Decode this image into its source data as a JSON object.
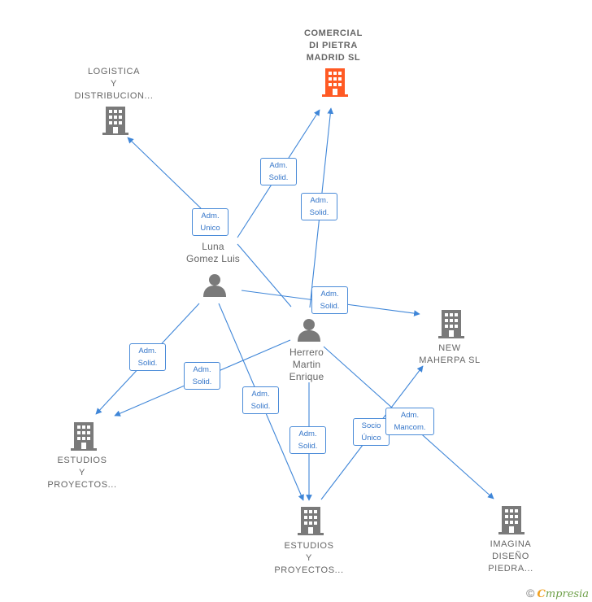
{
  "colors": {
    "edge": "#3f86d8",
    "company_icon": "#7a7a7a",
    "focus_icon": "#ff5a24",
    "person_icon": "#7a7a7a",
    "label": "#666666",
    "edge_label_text": "#3576c9"
  },
  "nodes": {
    "comercial": {
      "lines": [
        "COMERCIAL",
        "DI PIETRA",
        "MADRID  SL"
      ],
      "icon": "building-icon"
    },
    "logistica": {
      "lines": [
        "LOGISTICA",
        "Y",
        "DISTRIBUCION..."
      ],
      "icon": "building-icon"
    },
    "luna": {
      "lines": [
        "Luna",
        "Gomez Luis"
      ],
      "icon": "person-icon"
    },
    "herrero": {
      "lines": [
        "Herrero",
        "Martin",
        "Enrique"
      ],
      "icon": "person-icon"
    },
    "new_maherpa": {
      "lines": [
        "NEW",
        "MAHERPA  SL"
      ],
      "icon": "building-icon"
    },
    "estudios_left": {
      "lines": [
        "ESTUDIOS",
        "Y",
        "PROYECTOS..."
      ],
      "icon": "building-icon"
    },
    "estudios_bottom": {
      "lines": [
        "ESTUDIOS",
        "Y",
        "PROYECTOS..."
      ],
      "icon": "building-icon"
    },
    "imagina": {
      "lines": [
        "IMAGINA",
        "DISEÑO",
        "PIEDRA..."
      ],
      "icon": "building-icon"
    }
  },
  "edges": {
    "luna_logistica": [
      "Adm.",
      "Unico"
    ],
    "luna_comercial": [
      "Adm.",
      "Solid."
    ],
    "herrero_comercial": [
      "Adm.",
      "Solid."
    ],
    "luna_maherpa": [
      "Adm.",
      "Solid."
    ],
    "luna_estudios_left": [
      "Adm.",
      "Solid."
    ],
    "herrero_estudios_left": [
      "Adm.",
      "Solid."
    ],
    "luna_estudios_bottom": [
      "Adm.",
      "Solid."
    ],
    "herrero_estudios_bottom": [
      "Adm.",
      "Solid."
    ],
    "estudios_maherpa": [
      "Socio",
      "Único"
    ],
    "herrero_imagina": [
      "Adm.",
      "Mancom."
    ]
  },
  "footer": {
    "copyright": "©",
    "brand_first": "C",
    "brand_rest": "mpresia"
  }
}
